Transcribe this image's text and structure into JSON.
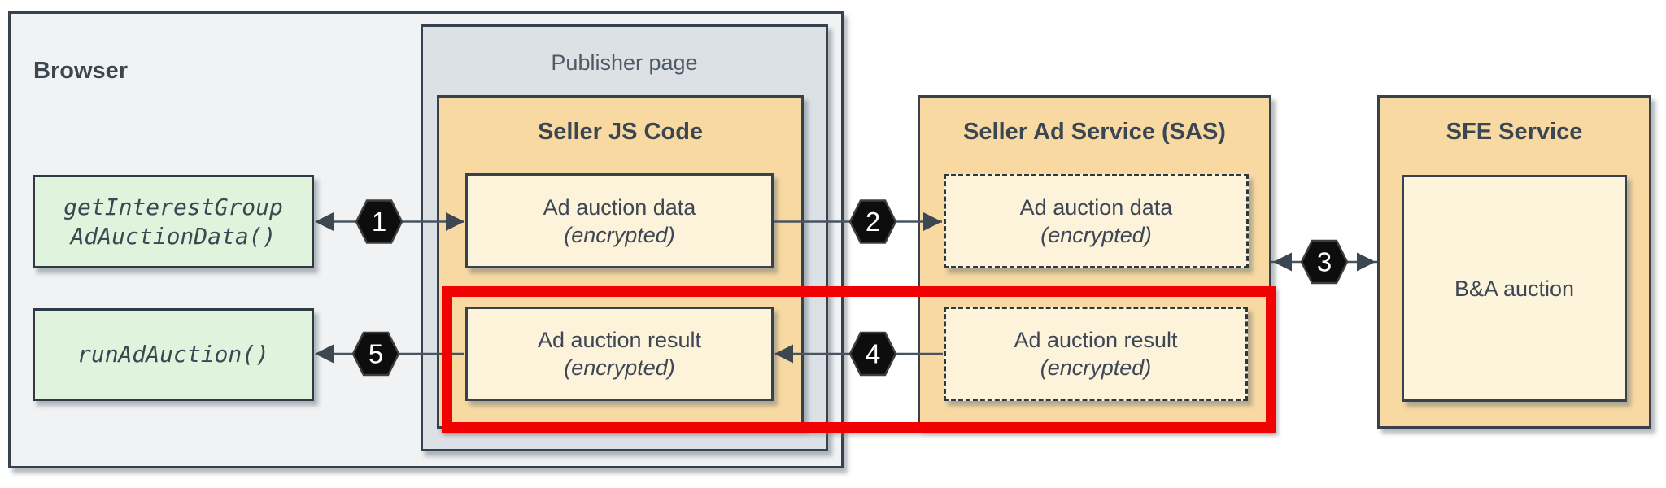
{
  "diagram": {
    "browser": {
      "label": "Browser"
    },
    "publisher": {
      "label": "Publisher page"
    },
    "seller_js": {
      "title": "Seller JS Code",
      "data_box": {
        "line1": "Ad auction data",
        "line2": "(encrypted)"
      },
      "result_box": {
        "line1": "Ad auction result",
        "line2": "(encrypted)"
      }
    },
    "sas": {
      "title": "Seller Ad Service (SAS)",
      "data_box": {
        "line1": "Ad auction data",
        "line2": "(encrypted)"
      },
      "result_box": {
        "line1": "Ad auction result",
        "line2": "(encrypted)"
      }
    },
    "sfe": {
      "title": "SFE Service",
      "auction_box": {
        "label": "B&A auction"
      }
    },
    "browser_apis": {
      "get_interest_group": {
        "line1": "getInterestGroup",
        "line2": "AdAuctionData()"
      },
      "run_ad_auction": {
        "line1": "runAdAuction()"
      }
    },
    "steps": {
      "s1": "1",
      "s2": "2",
      "s3": "3",
      "s4": "4",
      "s5": "5"
    },
    "colors": {
      "container_fill": "#f8d9a2",
      "inner_fill": "#fdf2da",
      "api_fill": "#dff3dd",
      "browser_fill": "#f0f2f4",
      "publisher_fill": "#dce1e6",
      "border": "#37424e",
      "arrow_line": "#49545f",
      "highlight": "#ee0202",
      "step_fill": "#0d0d0d",
      "step_text": "#ffffff"
    }
  }
}
